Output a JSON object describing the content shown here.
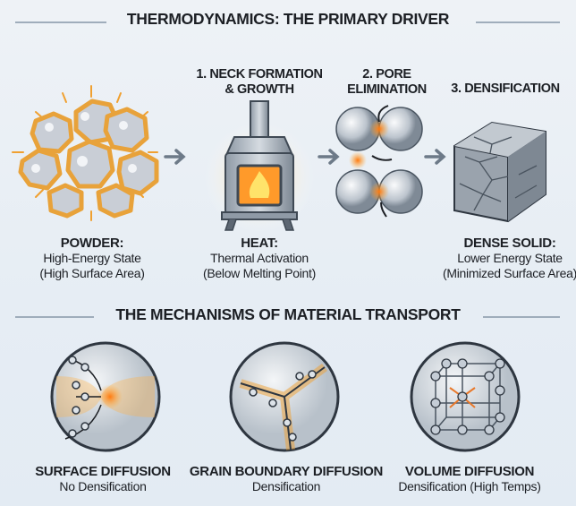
{
  "section1": {
    "title": "THERMODYNAMICS: THE PRIMARY DRIVER",
    "steps": [
      {
        "line1": "1. NECK FORMATION",
        "line2": "& GROWTH"
      },
      {
        "line1": "2. PORE",
        "line2": "ELIMINATION"
      },
      {
        "line1": "3. DENSIFICATION"
      }
    ],
    "states": [
      {
        "heading": "POWDER:",
        "line1": "High-Energy State",
        "line2": "(High Surface Area)"
      },
      {
        "heading": "HEAT:",
        "line1": "Thermal Activation",
        "line2": "(Below Melting Point)"
      },
      {
        "heading": "DENSE SOLID:",
        "line1": "Lower Energy State",
        "line2": "(Minimized Surface Area)"
      }
    ]
  },
  "section2": {
    "title": "THE MECHANISMS OF MATERIAL TRANSPORT",
    "mechanisms": [
      {
        "heading": "SURFACE DIFFUSION",
        "note": "No Densification"
      },
      {
        "heading": "GRAIN BOUNDARY DIFFUSION",
        "note": "Densification"
      },
      {
        "heading": "VOLUME DIFFUSION",
        "note": "Densification (High Temps)"
      }
    ]
  },
  "colors": {
    "accent": "#f0a030",
    "glow": "#ff8a1e",
    "ink": "#1c1f24",
    "rule": "#9fadbb",
    "steel": "#6d7a88"
  }
}
